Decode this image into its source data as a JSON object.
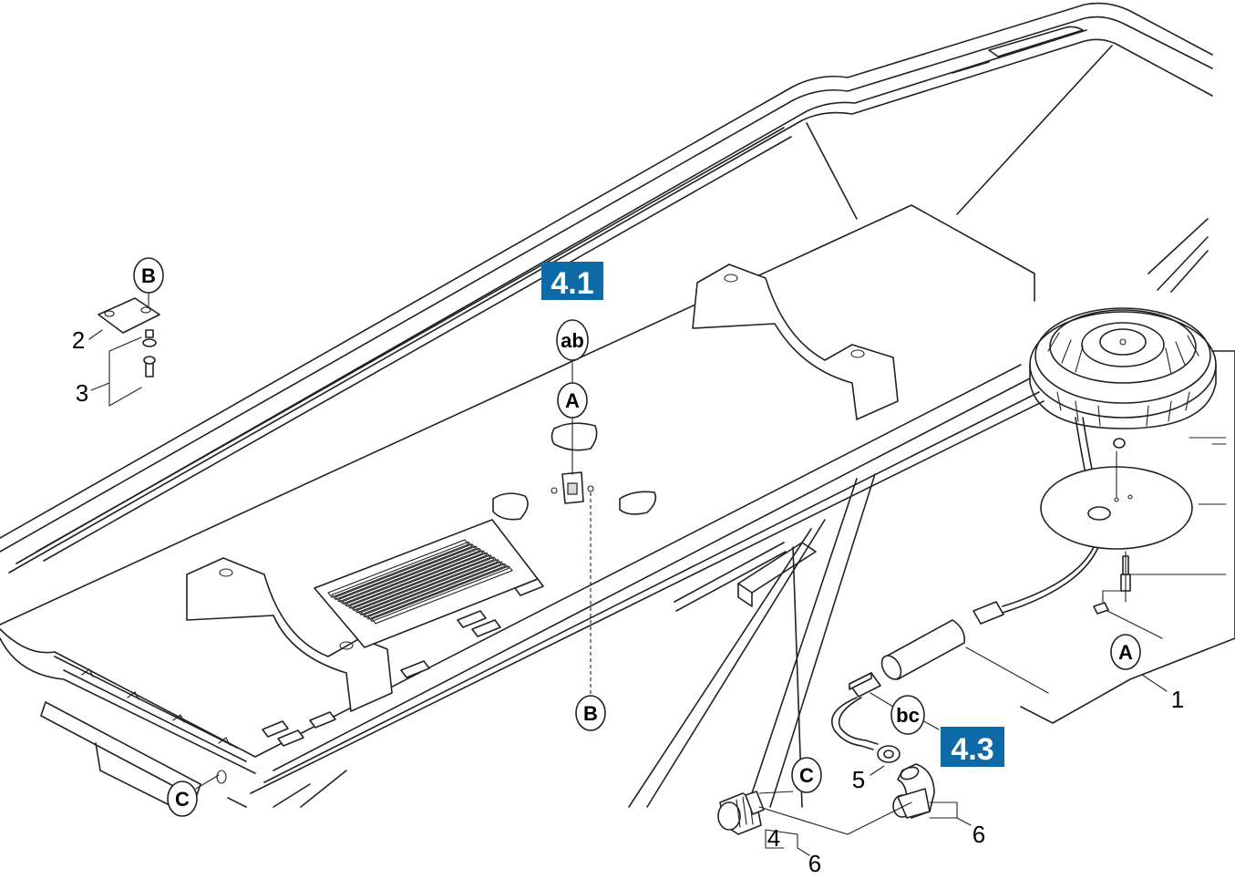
{
  "section_badges": {
    "b41": "4.1",
    "b43": "4.3"
  },
  "callouts": {
    "c_B_top": "B",
    "c_ab": "ab",
    "c_A_mid": "A",
    "c_B_bottom": "B",
    "c_C_left": "C",
    "c_C_bottom": "C",
    "c_bc": "bc",
    "c_A_right": "A"
  },
  "part_numbers": {
    "p1": "1",
    "p2": "2",
    "p3": "3",
    "p4": "4",
    "p5": "5",
    "p6a": "6",
    "p6b": "6"
  },
  "colors": {
    "badge_blue": "#0d6aa6"
  }
}
